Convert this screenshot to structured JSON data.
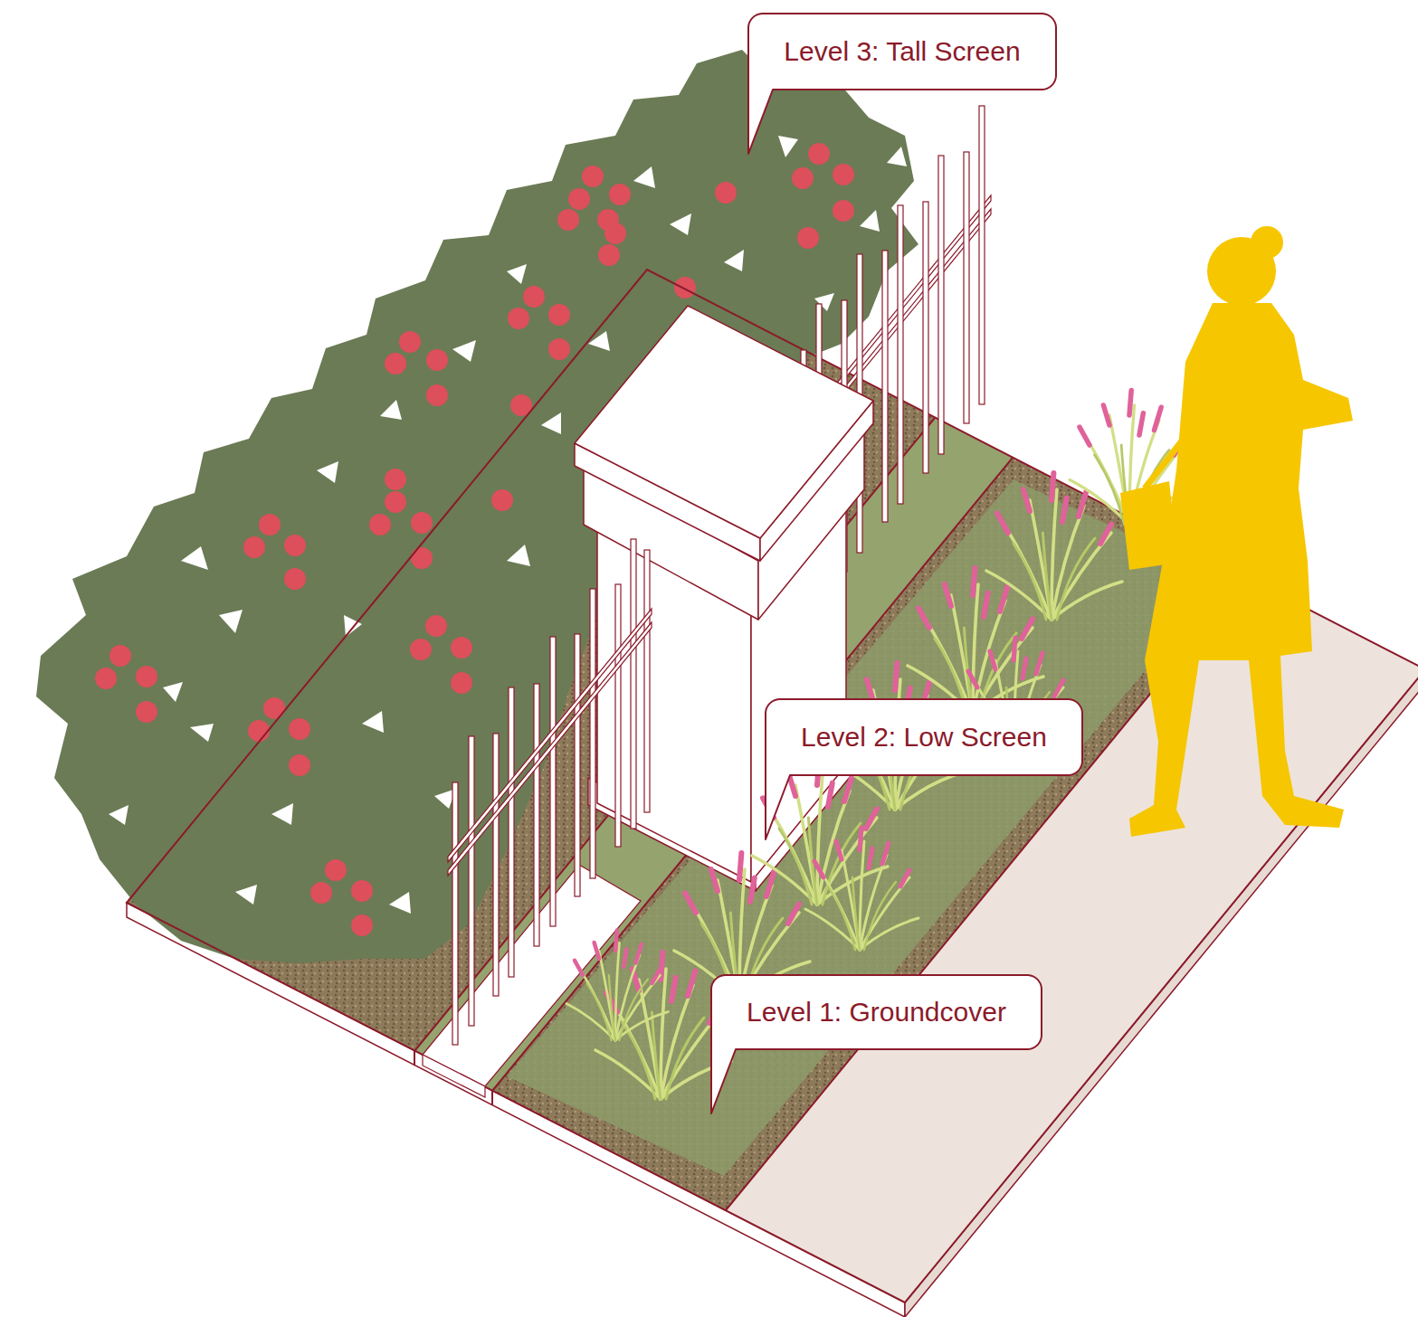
{
  "diagram": {
    "nodes": [
      {
        "text": [
          "Level 3: Tall Screen"
        ]
      },
      {
        "text": [
          "Level 2: Low Screen"
        ]
      },
      {
        "text": [
          "Level 1: Groundcover"
        ]
      }
    ]
  }
}
